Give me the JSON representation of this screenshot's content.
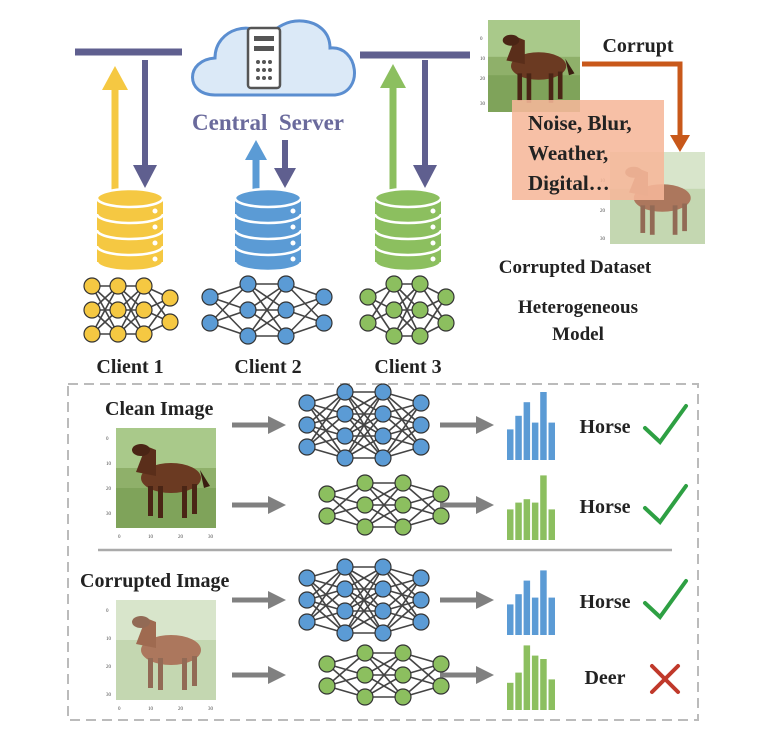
{
  "server": {
    "label": "Central  Server"
  },
  "clients": [
    {
      "label": "Client 1",
      "color": "#f5c842"
    },
    {
      "label": "Client 2",
      "color": "#5b9bd5"
    },
    {
      "label": "Client 3",
      "color": "#8cbf5f"
    }
  ],
  "corruption": {
    "arrow_label": "Corrupt",
    "box_lines": [
      "Noise, Blur,",
      "Weather,",
      "Digital…"
    ],
    "dataset_label": "Corrupted Dataset",
    "model_label_lines": [
      "Heterogeneous",
      "Model"
    ]
  },
  "comparison": {
    "clean_label": "Clean Image",
    "corrupted_label": "Corrupted Image",
    "rows": [
      {
        "prediction": "Horse",
        "result": "correct"
      },
      {
        "prediction": "Horse",
        "result": "correct"
      },
      {
        "prediction": "Horse",
        "result": "correct"
      },
      {
        "prediction": "Deer",
        "result": "wrong"
      }
    ]
  },
  "colors": {
    "bar_line": "#5f5f8f",
    "corrupt_arrow": "#c8581a",
    "correct": "#2ea043",
    "wrong": "#c0392b",
    "gray_arrow": "#808080"
  }
}
